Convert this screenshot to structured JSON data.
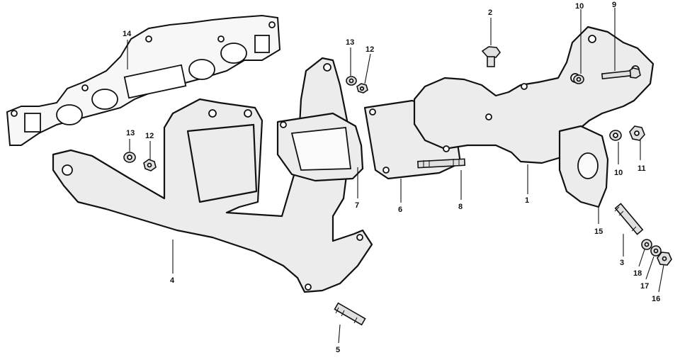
{
  "callouts": {
    "c1": "1",
    "c2": "2",
    "c3": "3",
    "c4": "4",
    "c5": "5",
    "c6": "6",
    "c7": "7",
    "c8": "8",
    "c9": "9",
    "c10a": "10",
    "c10b": "10",
    "c11": "11",
    "c12a": "12",
    "c12b": "12",
    "c13a": "13",
    "c13b": "13",
    "c14": "14",
    "c15": "15",
    "c16": "16",
    "c17": "17",
    "c18": "18"
  }
}
